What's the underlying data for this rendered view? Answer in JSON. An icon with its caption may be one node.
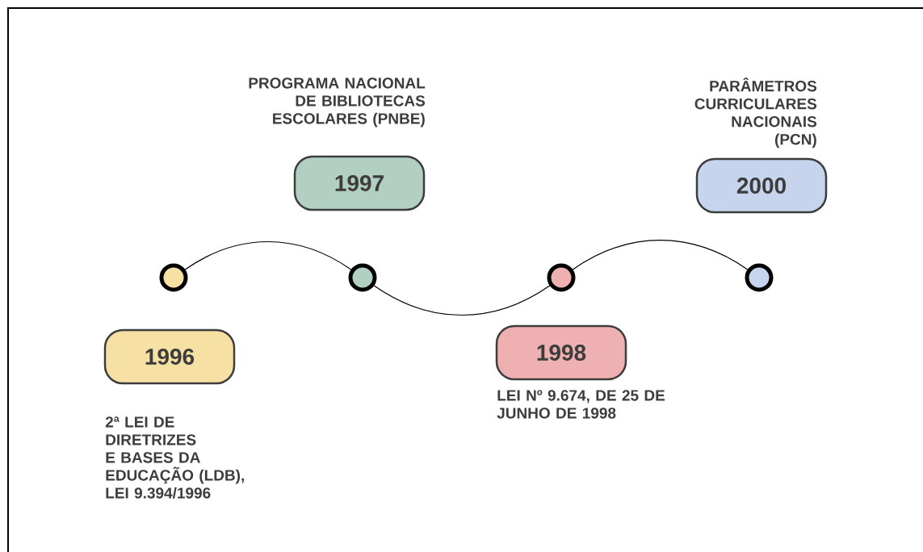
{
  "diagram": {
    "nodes": [
      {
        "text": [
          "1997"
        ],
        "beside": [
          "PROGRAMA NACIONAL DE BIBLIOTECAS ESCOLARES (PNBE)"
        ]
      },
      {
        "text": [
          "2000"
        ],
        "beside": [
          "PARÂMETROS CURRICULARES NACIONAIS (PCN)"
        ]
      },
      {
        "text": [],
        "shape": "circle"
      },
      {
        "text": [],
        "shape": "circle"
      },
      {
        "text": [],
        "shape": "circle"
      },
      {
        "text": [],
        "shape": "circle"
      },
      {
        "text": [
          "1996"
        ],
        "beside": [
          "2ª LEI DE DIRETRIZES E BASES DA EDUCAÇÃO (LDB), LEI 9.394/1996"
        ]
      },
      {
        "text": [
          "1998"
        ],
        "beside": [
          "LEI Nº 9.674, DE 25 DE JUNHO DE 1998"
        ]
      }
    ],
    "edges": [
      {
        "from": 2,
        "to": 3,
        "arrow": "none"
      },
      {
        "from": 3,
        "to": 4,
        "arrow": "none"
      },
      {
        "from": 4,
        "to": 5,
        "arrow": "none"
      }
    ]
  }
}
